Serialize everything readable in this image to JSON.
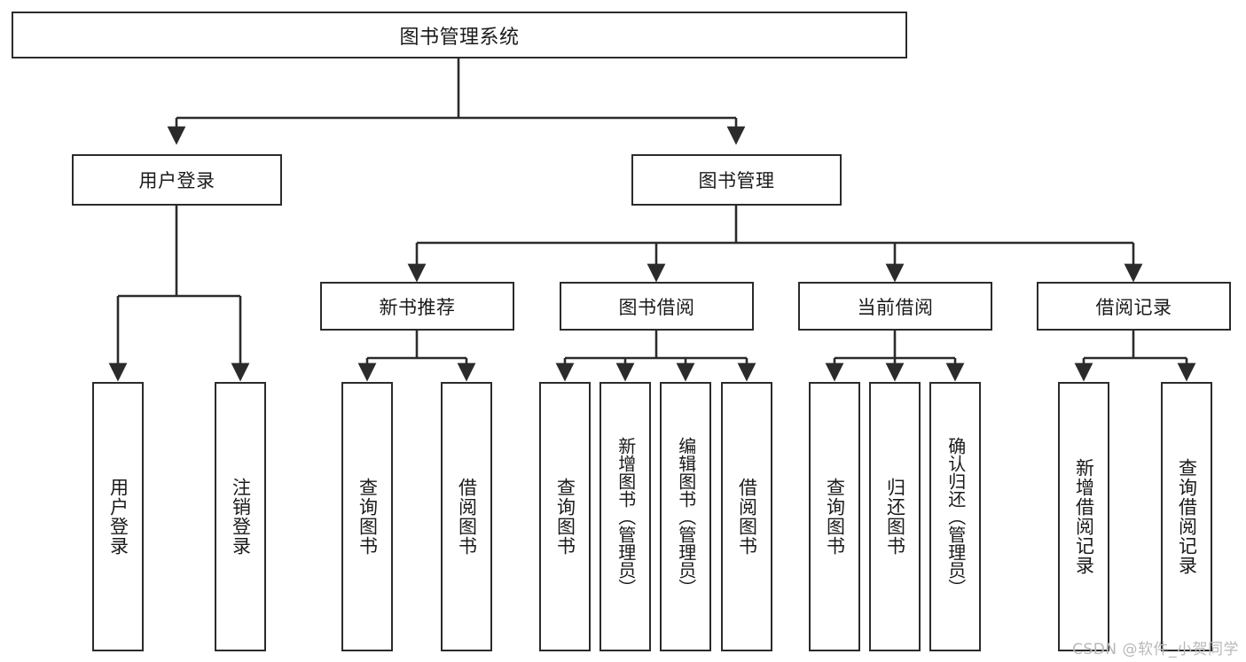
{
  "diagram": {
    "type": "tree-hierarchy",
    "title": "图书管理系统",
    "root": {
      "label": "图书管理系统"
    },
    "level2": [
      {
        "id": "user-login",
        "label": "用户登录"
      },
      {
        "id": "book-management",
        "label": "图书管理"
      }
    ],
    "level3": [
      {
        "id": "new-book-recommend",
        "label": "新书推荐",
        "parent": "book-management"
      },
      {
        "id": "book-borrow",
        "label": "图书借阅",
        "parent": "book-management"
      },
      {
        "id": "current-borrow",
        "label": "当前借阅",
        "parent": "book-management"
      },
      {
        "id": "borrow-record",
        "label": "借阅记录",
        "parent": "book-management"
      }
    ],
    "leaves": {
      "user-login": [
        {
          "id": "leaf-user-login",
          "label": "用户登录"
        },
        {
          "id": "leaf-user-logout",
          "label": "注销登录"
        }
      ],
      "new-book-recommend": [
        {
          "id": "leaf-query-book-1",
          "label": "查询图书"
        },
        {
          "id": "leaf-borrow-book-1",
          "label": "借阅图书"
        }
      ],
      "book-borrow": [
        {
          "id": "leaf-query-book-2",
          "label": "查询图书"
        },
        {
          "id": "leaf-add-book",
          "label": "新增图书（管理员）"
        },
        {
          "id": "leaf-edit-book",
          "label": "编辑图书（管理员）"
        },
        {
          "id": "leaf-borrow-book-2",
          "label": "借阅图书"
        }
      ],
      "current-borrow": [
        {
          "id": "leaf-query-book-3",
          "label": "查询图书"
        },
        {
          "id": "leaf-return-book",
          "label": "归还图书"
        },
        {
          "id": "leaf-confirm-return",
          "label": "确认归还（管理员）"
        }
      ],
      "borrow-record": [
        {
          "id": "leaf-add-record",
          "label": "新增借阅记录"
        },
        {
          "id": "leaf-query-record",
          "label": "查询借阅记录"
        }
      ]
    },
    "colors": {
      "stroke": "#2b2b2b",
      "background": "#ffffff",
      "text": "#1a1a1a",
      "watermark": "#b9b9b9"
    }
  },
  "watermark": {
    "text": "CSDN @软件_小贺同学"
  }
}
